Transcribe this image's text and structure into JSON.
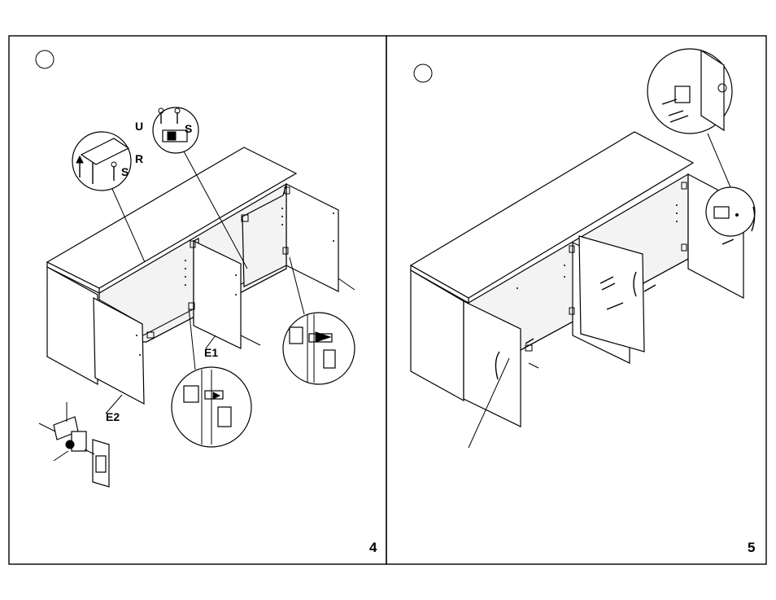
{
  "panels": [
    {
      "page_number": "4",
      "labels": {
        "u": "U",
        "s1": "S",
        "r": "R",
        "s2": "S",
        "e1": "E1",
        "e2": "E2"
      }
    },
    {
      "page_number": "5"
    }
  ]
}
